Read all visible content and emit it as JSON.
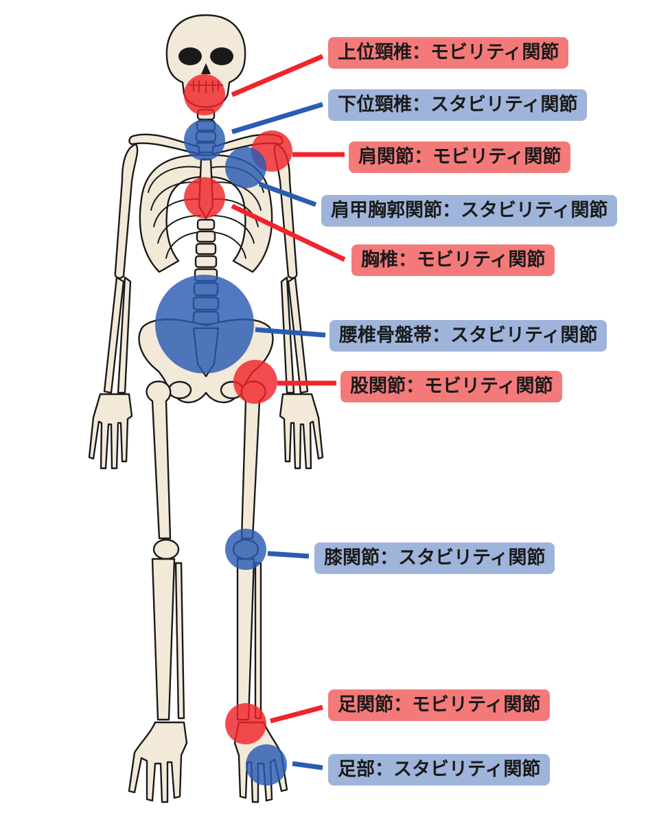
{
  "colors": {
    "mobility_marker": "#f0242a",
    "stability_marker": "#2a5cb2",
    "mobility_label_bg": "#f47a7a",
    "stability_label_bg": "#9fb4da",
    "bone_fill": "#f3e9d8",
    "outline": "#1a1a1a"
  },
  "joints": [
    {
      "id": "upper-cervical",
      "type": "mobility",
      "label": "上位頸椎：モビリティ関節"
    },
    {
      "id": "lower-cervical",
      "type": "stability",
      "label": "下位頸椎：スタビリティ関節"
    },
    {
      "id": "shoulder",
      "type": "mobility",
      "label": "肩関節：モビリティ関節"
    },
    {
      "id": "scapulothoracic",
      "type": "stability",
      "label": "肩甲胸郭関節：スタビリティ関節"
    },
    {
      "id": "thoracic",
      "type": "mobility",
      "label": "胸椎：モビリティ関節"
    },
    {
      "id": "lumbopelvic",
      "type": "stability",
      "label": "腰椎骨盤帯：スタビリティ関節"
    },
    {
      "id": "hip",
      "type": "mobility",
      "label": "股関節：モビリティ関節"
    },
    {
      "id": "knee",
      "type": "stability",
      "label": "膝関節：スタビリティ関節"
    },
    {
      "id": "ankle",
      "type": "mobility",
      "label": "足関節：モビリティ関節"
    },
    {
      "id": "foot",
      "type": "stability",
      "label": "足部：スタビリティ関節"
    }
  ]
}
